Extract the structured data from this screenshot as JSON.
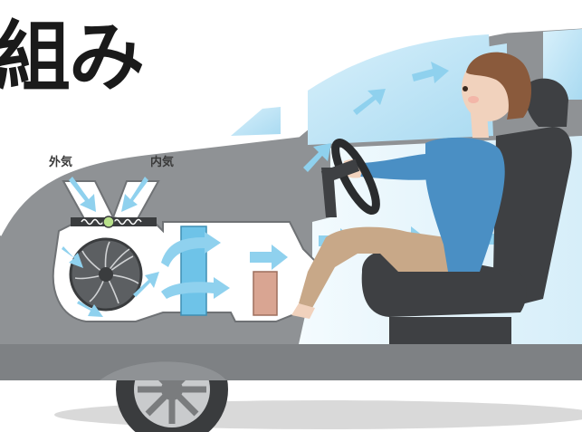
{
  "title": "組み",
  "labels": {
    "outside_air": "外気",
    "recirculated_air": "内気"
  },
  "colors": {
    "body": "#8f9295",
    "body_dark": "#6f7275",
    "window": "#bfe3f4",
    "airflow": "#8fd1ee",
    "evaporator": "#6ec3e8",
    "heater_core": "#d9a592",
    "shirt": "#4a8fc4",
    "pants": "#c8a888",
    "seat": "#3e4043"
  }
}
